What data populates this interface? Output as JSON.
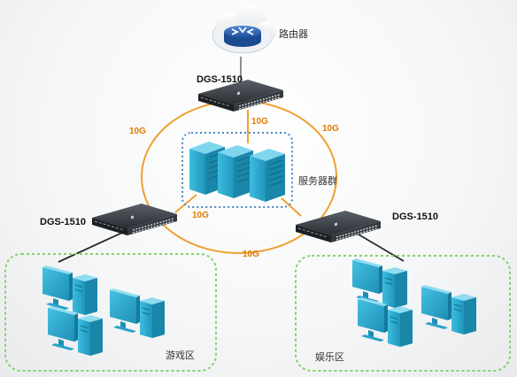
{
  "router": {
    "label": "路由器",
    "icon": "router-icon"
  },
  "switches": {
    "top": "DGS-1510",
    "left": "DGS-1510",
    "right": "DGS-1510"
  },
  "links": {
    "top_down": "10G",
    "top_left": "10G",
    "top_right": "10G",
    "left_servers": "10G",
    "left_right": "10G"
  },
  "server_group": {
    "label": "服务器群"
  },
  "zones": {
    "game": {
      "label": "游戏区"
    },
    "entertainment": {
      "label": "娱乐区"
    }
  },
  "colors": {
    "ring": "#f0a030",
    "server": "#25a7c9",
    "dashed_server": "#4a86c5",
    "zone_border": "#7ed36a",
    "switch": "#2b2f34"
  }
}
